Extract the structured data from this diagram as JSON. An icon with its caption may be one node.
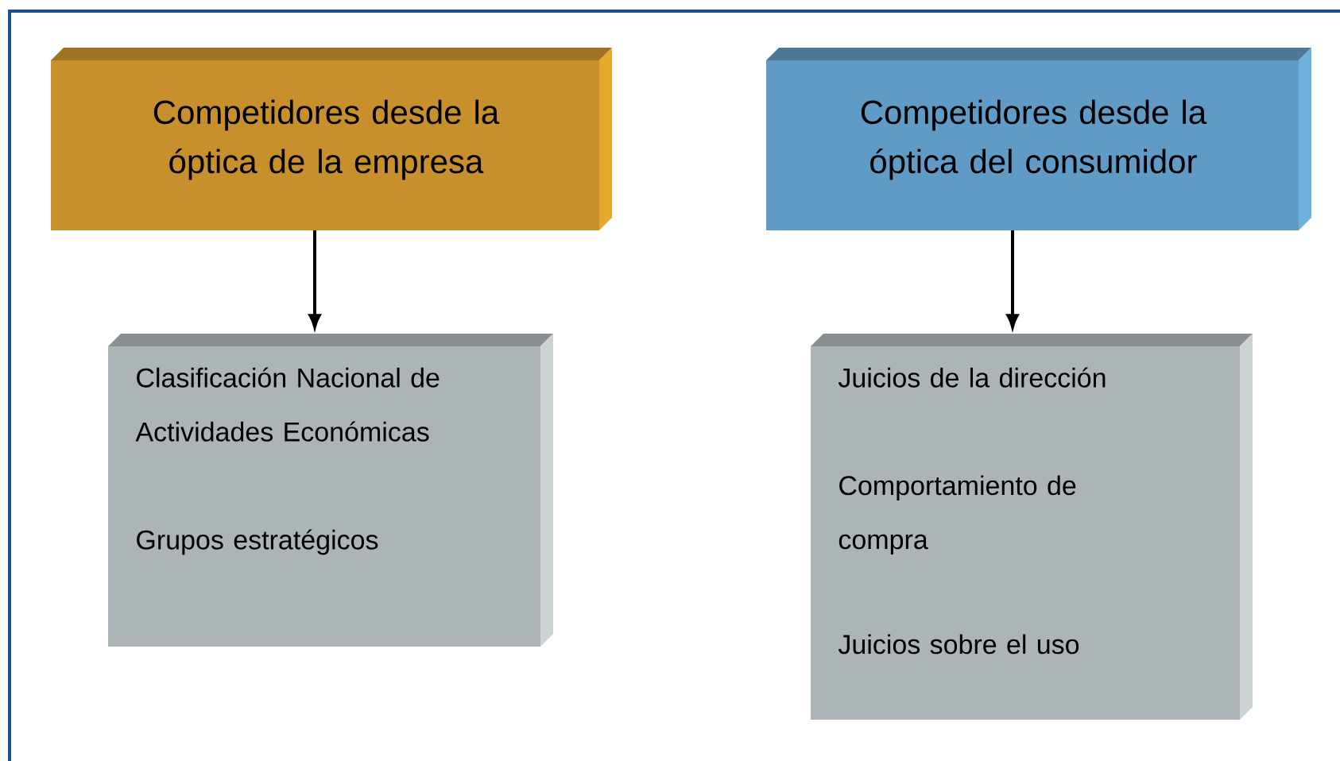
{
  "diagram": {
    "nodes": [
      {
        "text": [
          "Competidores desde la óptica de la empresa"
        ]
      },
      {
        "text": [
          "Clasificación Nacional de Actividades Económicas",
          "Grupos estratégicos"
        ]
      },
      {
        "text": [
          "Competidores desde la óptica del consumidor"
        ]
      },
      {
        "text": [
          "Juicios de la dirección",
          "Comportamiento de compra",
          "Juicios sobre el uso"
        ]
      }
    ],
    "edges": [
      {
        "from": 0,
        "to": 1,
        "arrow": "to"
      },
      {
        "from": 2,
        "to": 3,
        "arrow": "to"
      }
    ]
  }
}
